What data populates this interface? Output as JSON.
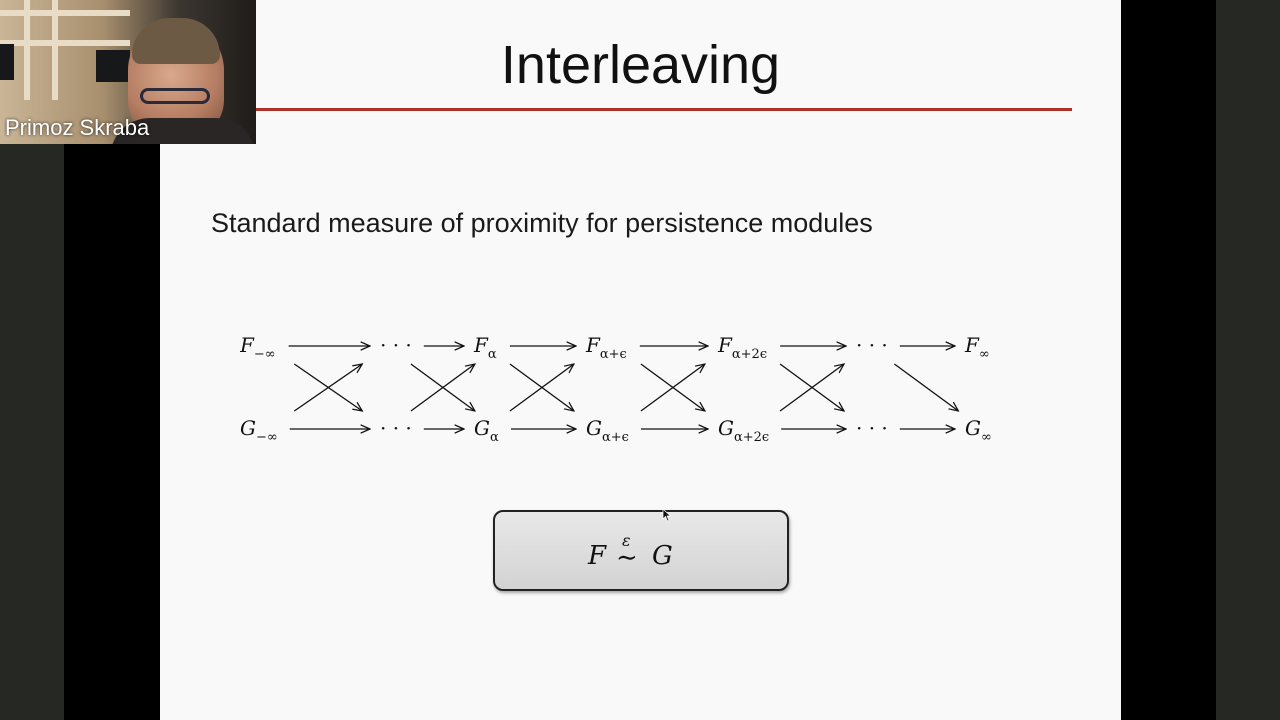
{
  "slide": {
    "title": "Interleaving",
    "subtitle": "Standard measure of proximity for persistence modules",
    "result": "F ∼͡ε G"
  },
  "diagram": {
    "top_row": [
      {
        "base": "F",
        "sub": "−∞"
      },
      {
        "base": "· · ·",
        "sub": ""
      },
      {
        "base": "F",
        "sub": "α"
      },
      {
        "base": "F",
        "sub": "α+ϵ"
      },
      {
        "base": "F",
        "sub": "α+2ϵ"
      },
      {
        "base": "· · ·",
        "sub": ""
      },
      {
        "base": "F",
        "sub": "∞"
      }
    ],
    "bottom_row": [
      {
        "base": "G",
        "sub": "−∞"
      },
      {
        "base": "· · ·",
        "sub": ""
      },
      {
        "base": "G",
        "sub": "α"
      },
      {
        "base": "G",
        "sub": "α+ϵ"
      },
      {
        "base": "G",
        "sub": "α+2ϵ"
      },
      {
        "base": "· · ·",
        "sub": ""
      },
      {
        "base": "G",
        "sub": "∞"
      }
    ]
  },
  "webcam": {
    "participant_name": "Primoz Skraba"
  },
  "colors": {
    "title_rule": "#b0302a",
    "slide_bg": "#f9f9f9"
  }
}
